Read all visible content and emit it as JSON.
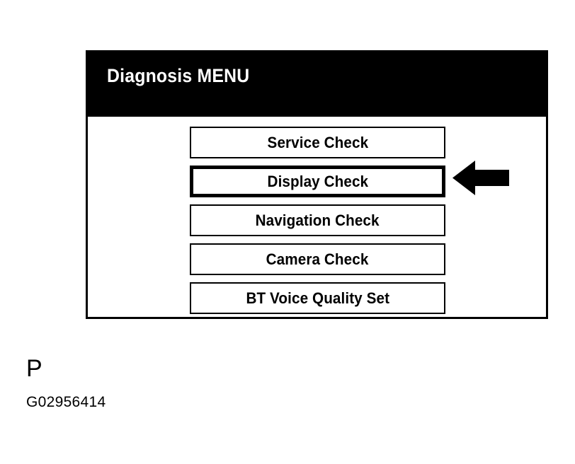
{
  "screen": {
    "title": "Diagnosis MENU",
    "menu_items": [
      {
        "label": "Service Check",
        "selected": false
      },
      {
        "label": "Display Check",
        "selected": true
      },
      {
        "label": "Navigation Check",
        "selected": false
      },
      {
        "label": "Camera Check",
        "selected": false
      },
      {
        "label": "BT Voice Quality Set",
        "selected": false
      }
    ]
  },
  "annotation": {
    "arrow_icon": "left-arrow-icon",
    "arrow_points_to": "Display Check"
  },
  "caption": {
    "letter": "P",
    "figure_code": "G02956414"
  },
  "colors": {
    "background": "#ffffff",
    "ink": "#000000",
    "title_bar": "#000000",
    "title_text": "#ffffff"
  }
}
